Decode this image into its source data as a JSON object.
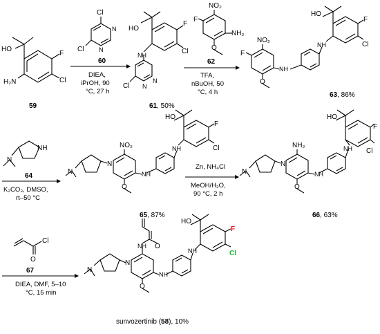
{
  "colors": {
    "fluorine_highlight": "#e8141c",
    "chlorine_highlight": "#1db43b"
  },
  "atoms": {
    "HO": "HO",
    "F": "F",
    "Cl": "Cl",
    "H2N": "H₂N",
    "NH2": "NH₂",
    "NH": "NH",
    "N": "N",
    "NO2": "NO₂",
    "O": "O",
    "H": "H"
  },
  "compounds": {
    "c59": "59",
    "c60": "60",
    "c61_num": "61",
    "c61_yield": ", 50%",
    "c62": "62",
    "c63_num": "63",
    "c63_yield": ", 86%",
    "c64": "64",
    "c65_num": "65",
    "c65_yield": ", 87%",
    "c66_num": "66",
    "c66_yield": ", 63%",
    "c67": "67",
    "final_name": "sunvozertinib (",
    "final_num": "58",
    "final_yield": "), 10%"
  },
  "conditions": {
    "step1": [
      "DIEA,",
      "iPrOH, 90",
      "°C, 27 h"
    ],
    "step2": [
      "TFA,",
      "nBuOH, 50",
      "°C, 4 h"
    ],
    "step3": [
      "K₂CO₃, DMSO,",
      "rt–50 °C"
    ],
    "step4": [
      "Zn, NH₄Cl",
      "MeOH/H₂O,",
      "90 °C, 2 h"
    ],
    "step5": [
      "DIEA, DMF, 5–10",
      "°C, 15 min"
    ]
  }
}
